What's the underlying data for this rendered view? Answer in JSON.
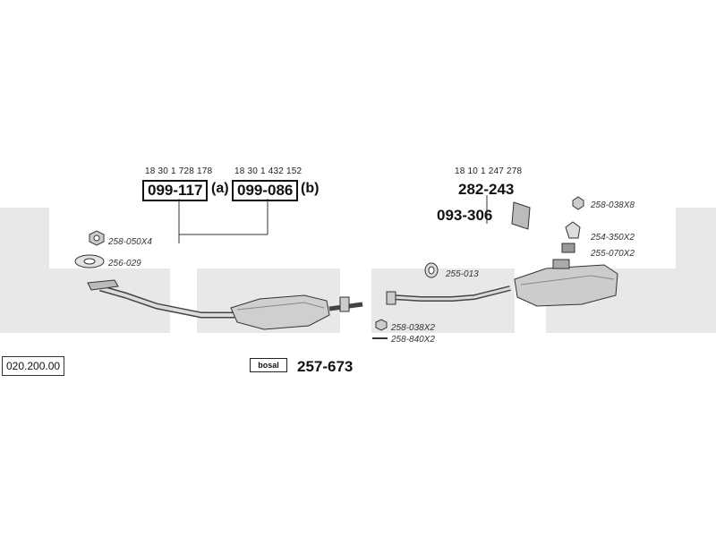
{
  "watermark": {
    "brand": "bosal",
    "color": "#e6e6e6"
  },
  "catalog_number": "020.200.00",
  "front_pipe": {
    "a": {
      "oem": "18 30 1 728 178",
      "part": "099-117",
      "suffix": "(a)"
    },
    "b": {
      "oem": "18 30 1 432 152",
      "part": "099-086",
      "suffix": "(b)"
    }
  },
  "rear_muffler": {
    "oem": "18 10 1 247 278",
    "part": "282-243"
  },
  "hanger_part": "093-306",
  "fittings": {
    "nut_front": "258-050X4",
    "gasket_front": "256-029",
    "ring_mid": "255-013",
    "nut_mid": "258-038X2",
    "bolt_mid": "258-840X2",
    "nut_rear": "258-038X8",
    "clamp_rear": "254-350X2",
    "rubber_rear": "255-070X2"
  },
  "kit": {
    "logo_text": "bosal",
    "part": "257-673"
  }
}
